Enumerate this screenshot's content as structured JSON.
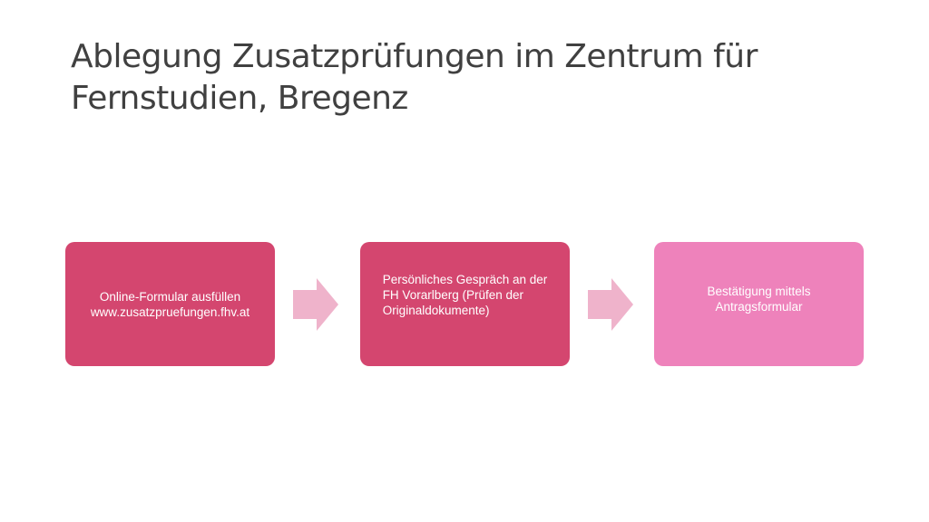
{
  "slide": {
    "title": "Ablegung Zusatzprüfungen im Zentrum für Fernstudien, Bregenz"
  },
  "flow": {
    "steps": [
      {
        "text": "Online-Formular ausfüllen\nwww.zusatzpruefungen.fhv.at",
        "color": "#d4466f"
      },
      {
        "text": "Persönliches Gespräch an der\n    FH Vorarlberg (Prüfen der\n    Originaldokumente)",
        "color": "#d4466f"
      },
      {
        "text": "Bestätigung mittels\nAntragsformular",
        "color": "#ee82bb"
      }
    ],
    "arrow_color": "#efb3cb",
    "arrow_icon": "right-arrow-icon"
  }
}
